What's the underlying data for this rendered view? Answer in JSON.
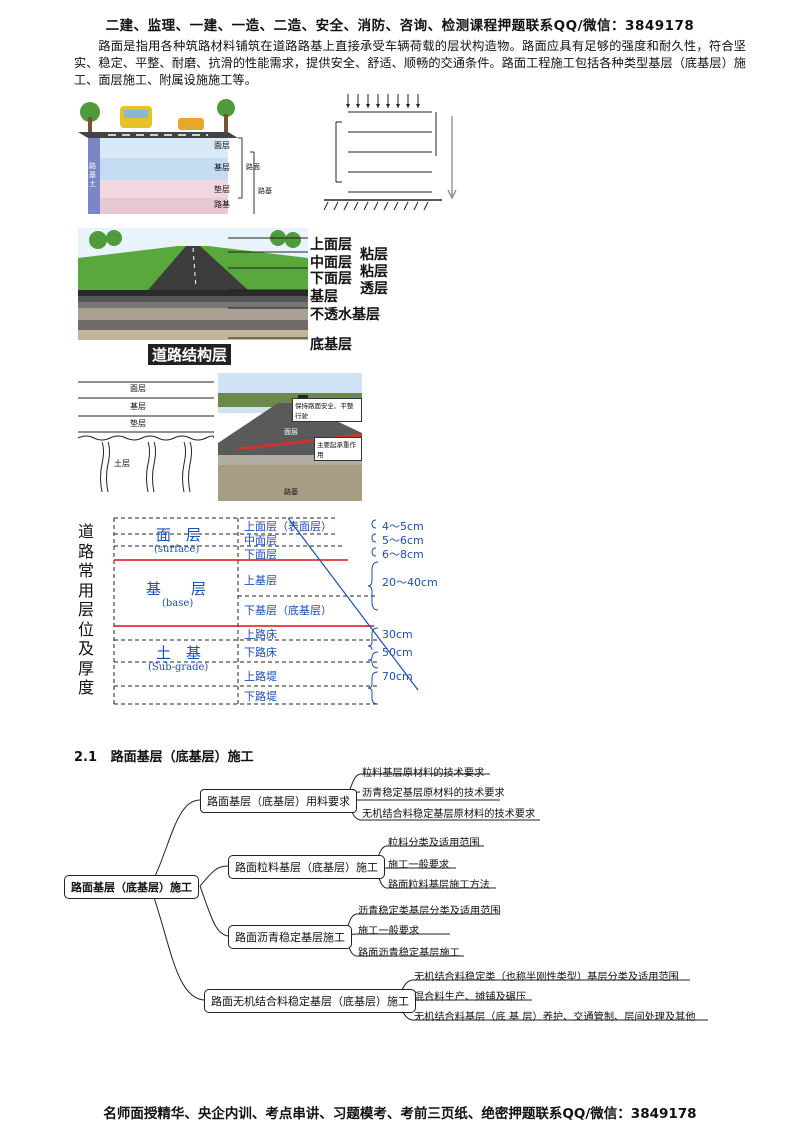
{
  "header": "二建、监理、一建、一造、二造、安全、消防、咨询、检测课程押题联系QQ/微信：3849178",
  "intro": "路面是指用各种筑路材料铺筑在道路路基上直接承受车辆荷载的层状构造物。路面应具有足够的强度和耐久性，符合坚实、稳定、平整、耐磨、抗滑的性能需求，提供安全、舒适、顺畅的交通条件。路面工程施工包括各种类型基层（底基层）施工、面层施工、附属设施施工等。",
  "fig1": {
    "layers": [
      "面层",
      "基层",
      "垫层",
      "路基"
    ],
    "side": "路基土",
    "bracket1": "路面",
    "bracket2": "路基"
  },
  "fig2": {
    "labels": [
      "上面层",
      "中面层",
      "下面层",
      "基层",
      "不透水基层",
      "底基层"
    ],
    "right": [
      "粘层",
      "粘层",
      "透层"
    ],
    "caption": "道路结构层"
  },
  "fig3": {
    "layers": [
      "面层",
      "基层",
      "垫层"
    ],
    "soil": "土层",
    "photo_note1": "保持路面安全、平整行驶",
    "photo_note2": "主要起承重作用",
    "photo_label1": "面层",
    "photo_label2": "路基"
  },
  "fig4": {
    "vertical_title": [
      "道",
      "路",
      "常",
      "用",
      "层",
      "位",
      "及",
      "厚",
      "度"
    ],
    "groups": [
      {
        "name": "面　层",
        "en": "(surface)"
      },
      {
        "name": "基　　层",
        "en": "(base)"
      },
      {
        "name": "土　基",
        "en": "(Sub-grade)"
      }
    ],
    "sublayers": [
      "上面层（表面层）",
      "中面层",
      "下面层",
      "上基层",
      "下基层（底基层）",
      "上路床",
      "下路床",
      "上路堤",
      "下路堤"
    ],
    "thickness": [
      "4～5cm",
      "5～6cm",
      "6～8cm",
      "20～40cm",
      "30cm",
      "50cm",
      "70cm"
    ]
  },
  "section": {
    "number": "2.1",
    "title": "路面基层（底基层）施工"
  },
  "mindmap": {
    "root": "路面基层（底基层）施工",
    "branches": [
      {
        "label": "路面基层（底基层）用料要求",
        "leaves": [
          "粒料基层原材料的技术要求",
          "沥青稳定基层原材料的技术要求",
          "无机结合料稳定基层原材料的技术要求"
        ]
      },
      {
        "label": "路面粒料基层（底基层）施工",
        "leaves": [
          "粒料分类及适用范围",
          "施工一般要求",
          "路面粒料基层施工方法"
        ]
      },
      {
        "label": "路面沥青稳定基层施工",
        "leaves": [
          "沥青稳定类基层分类及适用范围",
          "施工一般要求",
          "路面沥青稳定基层施工"
        ]
      },
      {
        "label": "路面无机结合料稳定基层（底基层）施工",
        "leaves": [
          "无机结合料稳定类（也称半刚性类型）基层分类及适用范围",
          "混合料生产、摊铺及碾压",
          "无机结合料基层（底 基 层）养护、交通管制、层间处理及其他"
        ]
      }
    ]
  },
  "footer": "名师面授精华、央企内训、考点串讲、习题模考、考前三页纸、绝密押题联系QQ/微信：3849178",
  "colors": {
    "blue": "#1f4fb0",
    "red": "#d11",
    "green": "#3c8a2a",
    "sky": "#cfe3f5"
  }
}
